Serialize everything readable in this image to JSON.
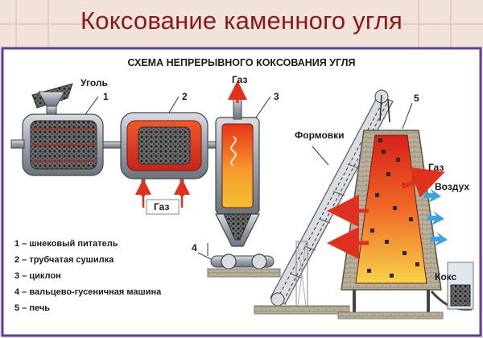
{
  "slide": {
    "title": "Коксование каменного угля"
  },
  "diagram": {
    "title": "СХЕМА НЕПРЕРЫВНОГО КОКСОВАНИЯ УГЛЯ",
    "labels": {
      "coal": "Уголь",
      "gas_top": "Газ",
      "gas_bottom": "Газ",
      "gas_right": "Газ",
      "air": "Воздух",
      "briquettes": "Формовки",
      "coke": "Кокс"
    },
    "numbers": [
      "1",
      "2",
      "3",
      "4",
      "5"
    ],
    "legend": [
      "1 – шнековый питатель",
      "2 – трубчатая сушилка",
      "3 – циклон",
      "4 – вальцево-гусеничная машина",
      "5 – печь"
    ],
    "colors": {
      "title": "#8b1a1a",
      "panel_border": "#5a3fa0",
      "steel": "#9aa3ad",
      "hot": "#e8331a",
      "gas_arrow": "#e0301e",
      "air_arrow": "#3aa4e0"
    }
  }
}
